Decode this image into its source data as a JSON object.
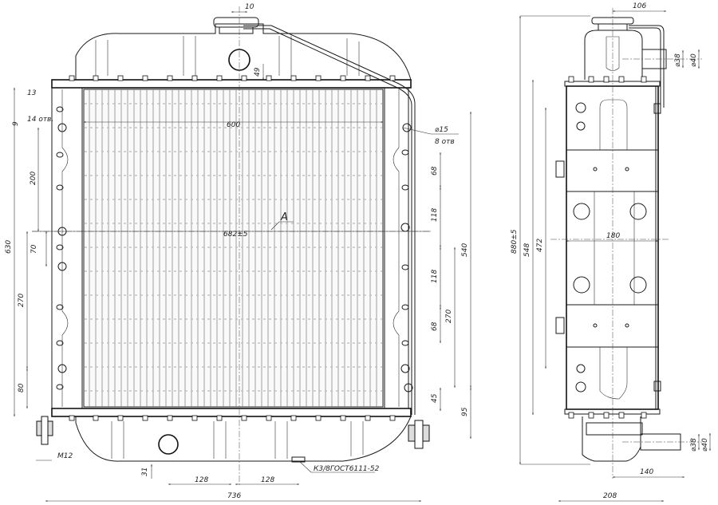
{
  "drawing": {
    "title": "Radiator assembly drawing",
    "views": [
      "front-view",
      "side-view"
    ]
  },
  "front_view": {
    "dims": {
      "top_offset": "10",
      "filler_height": "49",
      "hole_edge": "13",
      "hole_offset": "9",
      "holes_count_left": "14 отв.",
      "core_width": "600",
      "hole_dia": "⌀15",
      "holes_count_right": "8 отв",
      "left_200": "200",
      "left_70": "70",
      "left_270": "270",
      "left_80": "80",
      "overall_height_left": "630",
      "right_68_top": "68",
      "right_118_top": "118",
      "right_118_bottom": "118",
      "right_68_bottom": "68",
      "right_270": "270",
      "right_540": "540",
      "right_45": "45",
      "right_95": "95",
      "overall_width_inner": "682±5",
      "section_label": "A",
      "bottom_31": "31",
      "bottom_128_left": "128",
      "bottom_128_right": "128",
      "overall_width": "736",
      "thread": "M12",
      "drain_note": "К3/8ГОСТ6111-52"
    }
  },
  "side_view": {
    "dims": {
      "top_width": "106",
      "pipe_inner_top": "⌀38",
      "pipe_outer_top": "⌀40",
      "overall_height": "880±5",
      "height_548": "548",
      "height_472": "472",
      "inner_width": "180",
      "pipe_inner_bottom": "⌀38",
      "pipe_outer_bottom": "⌀40",
      "pipe_length": "140",
      "overall_depth": "208"
    }
  }
}
